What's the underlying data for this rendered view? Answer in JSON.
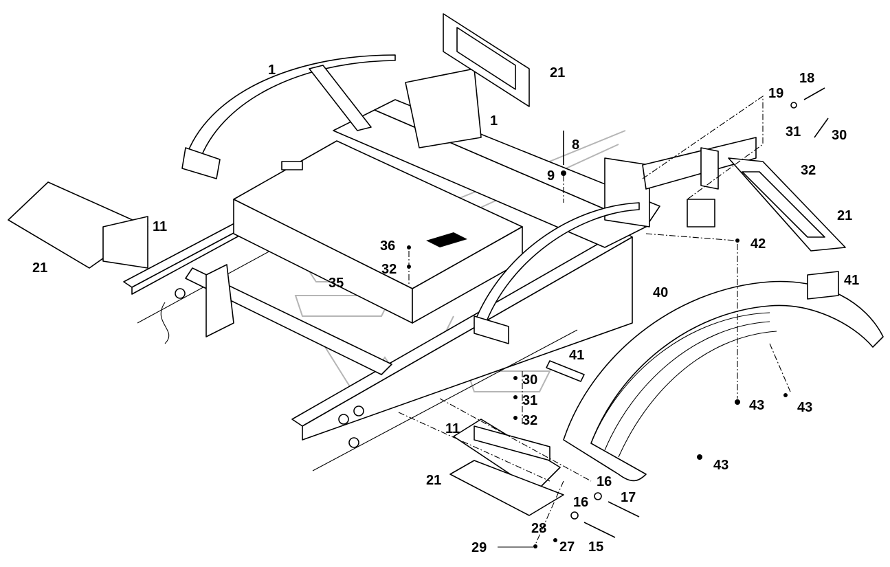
{
  "callouts": {
    "c1a": "1",
    "c1b": "1",
    "c21a": "21",
    "c21b": "21",
    "c21c": "21",
    "c21d": "21",
    "c18": "18",
    "c19": "19",
    "c31a": "31",
    "c30a": "30",
    "c32a": "32",
    "c8": "8",
    "c9": "9",
    "c11a": "11",
    "c11b": "11",
    "c36": "36",
    "c32b": "32",
    "c35": "35",
    "c42": "42",
    "c41a": "41",
    "c41b": "41",
    "c40": "40",
    "c43a": "43",
    "c43b": "43",
    "c43c": "43",
    "c30b": "30",
    "c31b": "31",
    "c32c": "32",
    "c16a": "16",
    "c16b": "16",
    "c17": "17",
    "c28": "28",
    "c29": "29",
    "c27": "27",
    "c15": "15"
  }
}
